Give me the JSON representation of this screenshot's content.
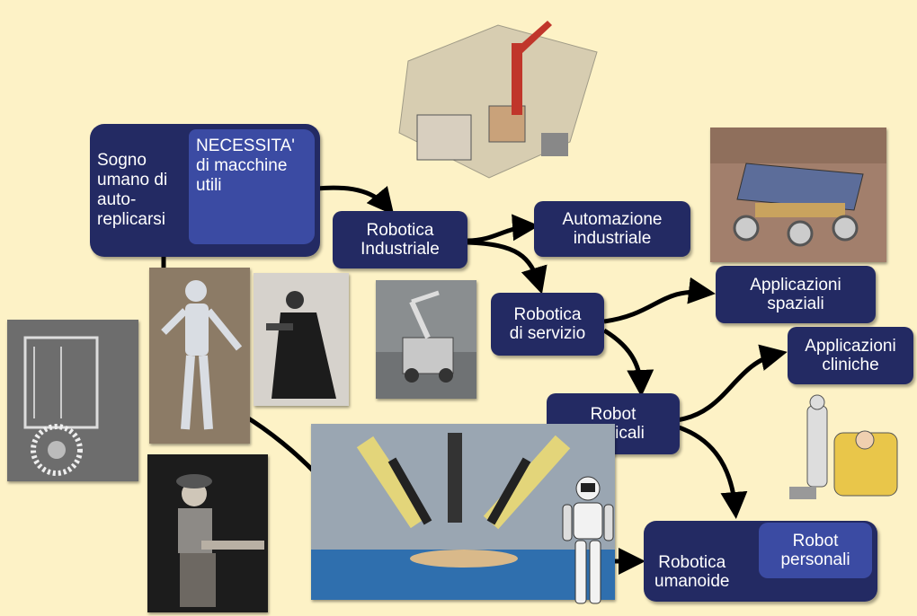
{
  "origin": {
    "dream_label": "Sogno\numano di\nauto-\nreplicarsi",
    "need_label": "NECESSITA'\ndi macchine\nutili"
  },
  "nodes": {
    "robotica_industriale": "Robotica\nIndustriale",
    "automazione_industriale": "Automazione\nindustriale",
    "robotica_di_servizio": "Robotica\ndi servizio",
    "applicazioni_spaziali": "Applicazioni\nspaziali",
    "applicazioni_cliniche": "Applicazioni\ncliniche",
    "robot_medicali": "Robot\nmedicali",
    "robotica_umanoide": "Robotica\numanoide",
    "robot_personali": "Robot\npersonali"
  },
  "colors": {
    "background": "#fdf2c6",
    "box_dark": "#232a63",
    "box_light": "#3b4ba3",
    "arrow": "#000000"
  },
  "images": [
    {
      "name": "industrial-robot-cell-photo"
    },
    {
      "name": "mars-rover-photo"
    },
    {
      "name": "mechanical-automaton-drawing"
    },
    {
      "name": "humanoid-figure-photo"
    },
    {
      "name": "kneeling-figure-photo"
    },
    {
      "name": "service-robot-photo"
    },
    {
      "name": "surgical-robot-photo"
    },
    {
      "name": "writer-automaton-photo"
    },
    {
      "name": "humanoid-robot-photo"
    },
    {
      "name": "clinical-care-illustration"
    }
  ]
}
